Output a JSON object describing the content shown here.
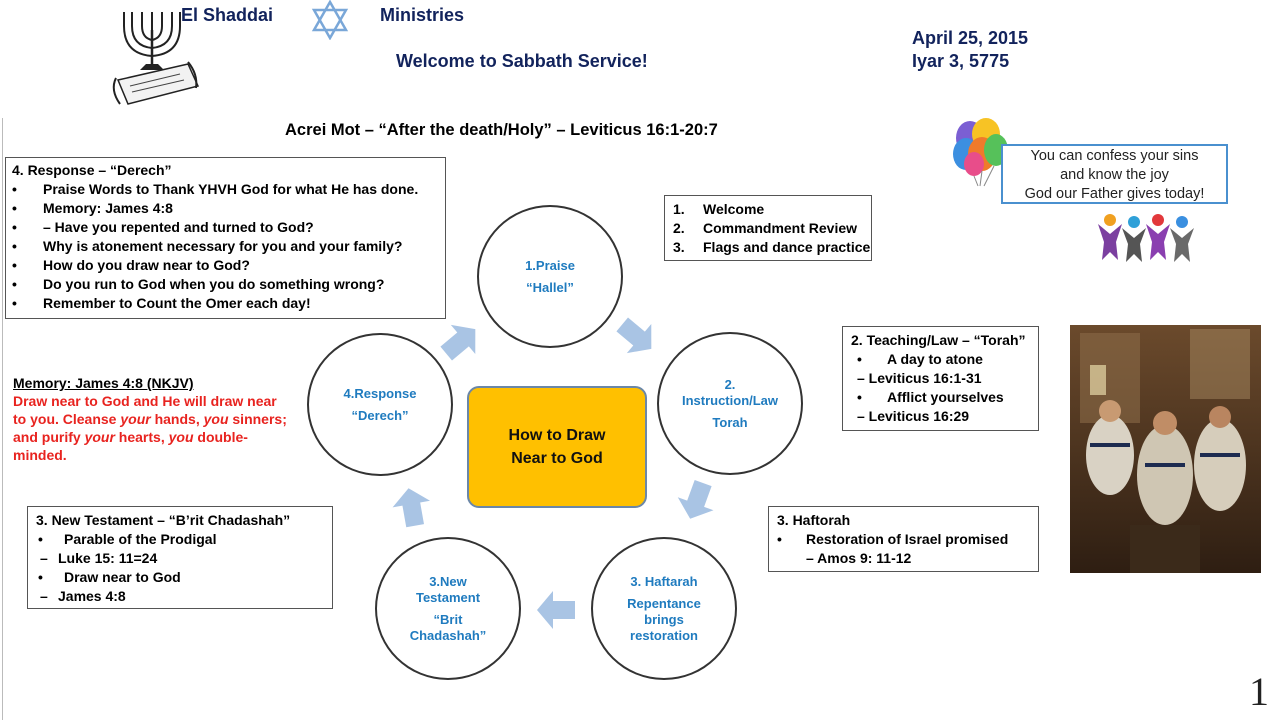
{
  "header": {
    "org_left": "El Shaddai",
    "org_right": "Ministries",
    "welcome": "Welcome to Sabbath Service!",
    "date": "April 25, 2015",
    "hebrew_date": "Iyar 3, 5775"
  },
  "title": "Acrei Mot – “After the death/Holy” – Leviticus 16:1-20:7",
  "center": {
    "line1": "How to Draw",
    "line2": "Near to God"
  },
  "circles": {
    "praise": {
      "l1": "1.Praise",
      "l2": "“Hallel”"
    },
    "instruction": {
      "l1": "2.",
      "l2": "Instruction/Law",
      "l3": "Torah"
    },
    "haftarah": {
      "l1": "3. Haftarah",
      "l2": "Repentance",
      "l3": "brings",
      "l4": "restoration"
    },
    "new_testament": {
      "l1": "3.New",
      "l2": "Testament",
      "l3": "“Brit",
      "l4": "Chadashah”"
    },
    "response": {
      "l1": "4.Response",
      "l2": "“Derech”"
    }
  },
  "response_box": {
    "title": "4. Response – “Derech”",
    "items": [
      {
        "bullet": "•",
        "text": "Praise Words to Thank YHVH God for what He has done."
      },
      {
        "bullet": "•",
        "text": "Memory:   James 4:8"
      },
      {
        "bullet": "•",
        "text": "– Have you repented and turned to God?"
      },
      {
        "bullet": "•",
        "text": "Why is atonement necessary for you and your family?"
      },
      {
        "bullet": "•",
        "text": "How do you draw near to God?"
      },
      {
        "bullet": "•",
        "text": "Do you run to God when you do something wrong?"
      },
      {
        "bullet": "•",
        "text": "Remember to Count the Omer each day!"
      }
    ]
  },
  "welcome_box": {
    "items": [
      {
        "num": "1.",
        "text": "Welcome"
      },
      {
        "num": "2.",
        "text": "Commandment Review"
      },
      {
        "num": "3.",
        "text": "Flags and dance practice"
      }
    ]
  },
  "confess_box": {
    "l1": "You can confess your sins",
    "l2": "and know the joy",
    "l3": "God our Father gives today!"
  },
  "teaching_box": {
    "title": "2. Teaching/Law – “Torah”",
    "lines": [
      {
        "bullet": "•",
        "text": "A day to atone"
      },
      {
        "bullet": "",
        "text": "– Leviticus 16:1-31"
      },
      {
        "bullet": "•",
        "text": "Afflict yourselves"
      },
      {
        "bullet": "",
        "text": "– Leviticus 16:29"
      }
    ]
  },
  "memory": {
    "title": "Memory:  James 4:8 (NKJV)",
    "l1": "Draw near to God and He will draw near",
    "l2a": "to you. Cleanse ",
    "l2b": "your",
    "l2c": " hands, ",
    "l2d": "you",
    "l2e": " sinners;",
    "l3a": "and purify ",
    "l3b": "your",
    "l3c": " hearts, ",
    "l3d": "you",
    "l3e": " double-",
    "l4": "minded."
  },
  "haftorah_box": {
    "title": "3. Haftorah",
    "lines": [
      {
        "bullet": "•",
        "text": "Restoration of Israel promised"
      },
      {
        "bullet": "",
        "text": "– Amos 9: 11-12"
      }
    ]
  },
  "nt_box": {
    "title": "3.  New Testament – “B’rit Chadashah”",
    "lines": [
      {
        "bullet": "•",
        "text": "Parable of the Prodigal"
      },
      {
        "bullet": "–",
        "text": "Luke 15: 11=24"
      },
      {
        "bullet": "•",
        "text": "Draw near to God"
      },
      {
        "bullet": "–",
        "text": "James 4:8"
      }
    ]
  },
  "page_number": "1",
  "colors": {
    "circle_text": "#1f7bbf",
    "center_fill": "#ffc000",
    "arrow": "#a9c4e4",
    "memory_red": "#e8231f",
    "header_navy": "#12235c"
  }
}
